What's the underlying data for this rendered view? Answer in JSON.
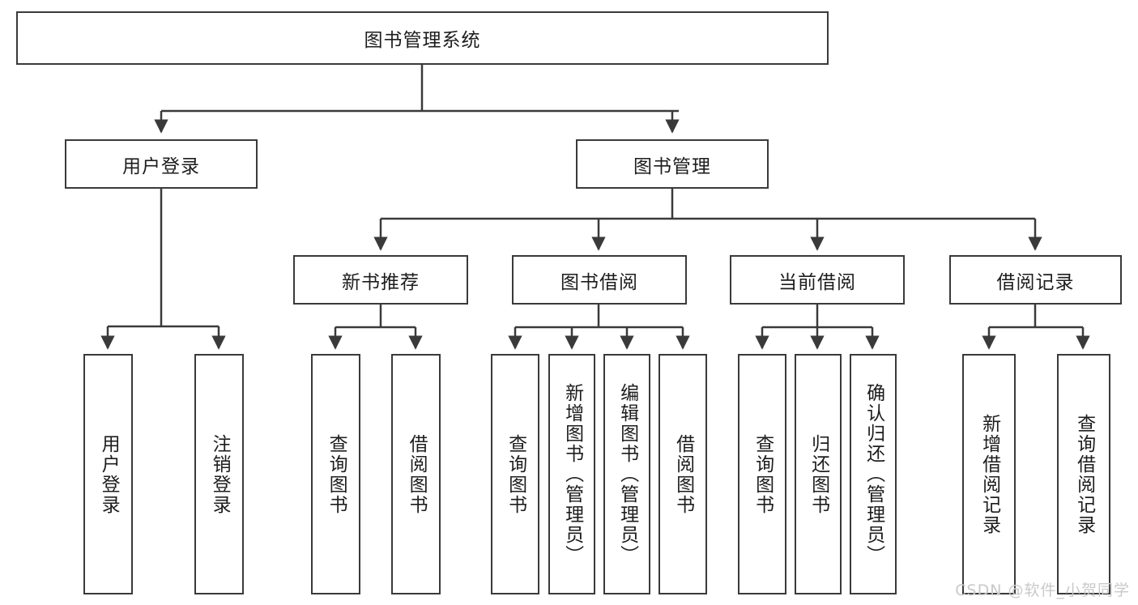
{
  "diagram": {
    "title": "图书管理系统",
    "watermark": "CSDN @软件_小贺同学",
    "line_color": "#3a3a3a",
    "text_color": "#1d1d1d",
    "background": "#ffffff",
    "root": {
      "label": "图书管理系统"
    },
    "level2": [
      {
        "label": "用户登录"
      },
      {
        "label": "图书管理"
      }
    ],
    "level3": [
      {
        "label": "新书推荐"
      },
      {
        "label": "图书借阅"
      },
      {
        "label": "当前借阅"
      },
      {
        "label": "借阅记录"
      }
    ],
    "leaves": {
      "user_login": [
        {
          "label": "用户登录"
        },
        {
          "label": "注销登录"
        }
      ],
      "new_book": [
        {
          "label": "查询图书"
        },
        {
          "label": "借阅图书"
        }
      ],
      "borrow_book": [
        {
          "label": "查询图书"
        },
        {
          "label": "新增图书（管理员）"
        },
        {
          "label": "编辑图书（管理员）"
        },
        {
          "label": "借阅图书"
        }
      ],
      "current_borrow": [
        {
          "label": "查询图书"
        },
        {
          "label": "归还图书"
        },
        {
          "label": "确认归还（管理员）"
        }
      ],
      "borrow_record": [
        {
          "label": "新增借阅记录"
        },
        {
          "label": "查询借阅记录"
        }
      ]
    }
  }
}
